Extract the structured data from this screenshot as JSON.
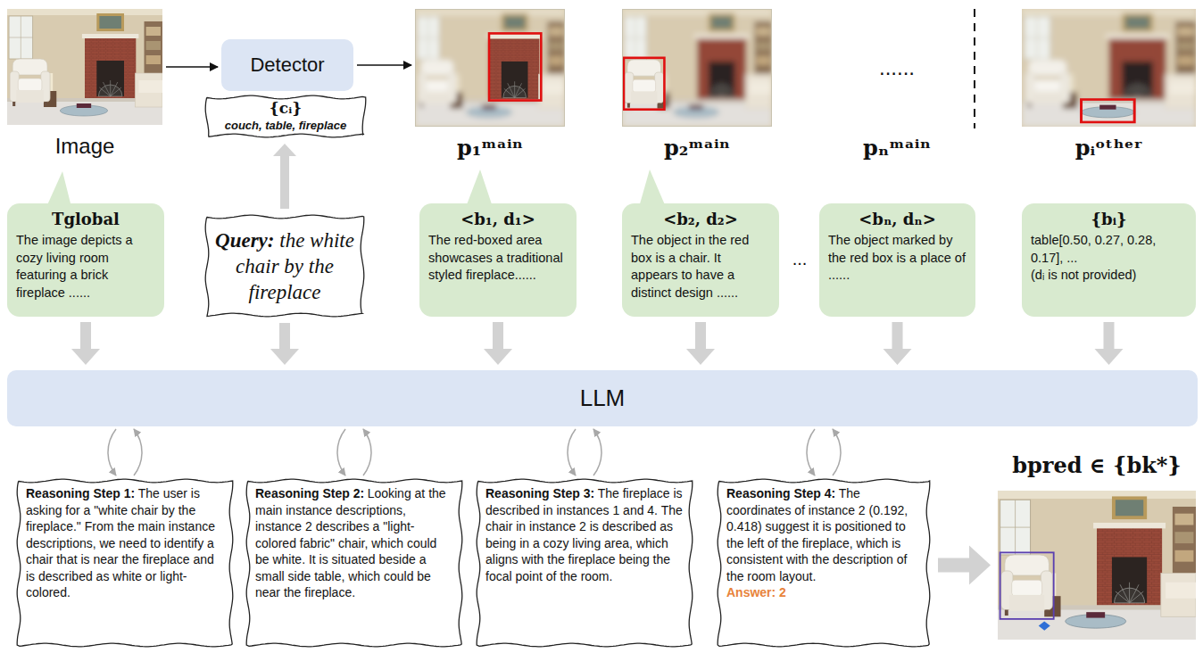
{
  "diagram": {
    "nodes": [
      {
        "text": [
          "Image"
        ]
      },
      {
        "text": [
          "Detector"
        ]
      },
      {
        "text": [
          "{cᵢ}",
          "couch, table, fireplace"
        ]
      },
      {
        "text": [
          "p₁ᵐᵃⁱⁿ"
        ]
      },
      {
        "text": [
          "p₂ᵐᵃⁱⁿ"
        ]
      },
      {
        "text": [
          "pᵢᵒᵗʰᵉʳ"
        ]
      },
      {
        "text": [
          "Tglobal",
          "The image depicts a cozy living room featuring a brick fireplace ......"
        ]
      },
      {
        "text": [
          "Query:",
          "the white chair by the fireplace"
        ]
      },
      {
        "text": [
          "<b₁, d₁>",
          "The red-boxed area showcases a traditional styled fireplace......"
        ]
      },
      {
        "text": [
          "<b₂, d₂>",
          "The object in the red box is a chair. It appears to have a distinct design ......"
        ]
      },
      {
        "text": [
          "<bₙ, dₙ>",
          "The object marked by the red box is a place of ......"
        ]
      },
      {
        "text": [
          "{bᵢ}",
          "table[0.50, 0.27, 0.28, 0.17], ...",
          "(dᵢ is not provided)"
        ]
      },
      {
        "text": [
          "LLM"
        ]
      },
      {
        "text": [
          "Reasoning Step 1:",
          "The user is asking for a \"white chair by the fireplace.\" From the main instance descriptions, we need to identify a chair that is near the fireplace and is described as white or light-colored."
        ]
      },
      {
        "text": [
          "Reasoning Step 2:",
          "Looking at the main instance descriptions, instance 2 describes a \"light-colored fabric\" chair, which could be white. It is situated beside a small side table, which could be near the fireplace."
        ]
      },
      {
        "text": [
          "Reasoning Step 3:",
          "The fireplace is described in instances 1 and 4. The chair in instance 2 is described as being in a cozy living area, which aligns with the fireplace being the focal point of the room."
        ]
      },
      {
        "text": [
          "Reasoning Step 4:",
          "The coordinates of instance 2 (0.192, 0.418) suggest it is positioned to the left of the fireplace, which is consistent with the description of the room layout.",
          "Answer: 2"
        ]
      },
      {
        "text": [
          "bpred ∈ {bk*}"
        ]
      }
    ],
    "edges": [
      {
        "from": 0,
        "to": 1,
        "arrow": "to"
      },
      {
        "from": 1,
        "to": 3,
        "arrow": "to"
      },
      {
        "from": 7,
        "to": 2,
        "arrow": "to"
      },
      {
        "from": 6,
        "to": 12,
        "arrow": "to"
      },
      {
        "from": 7,
        "to": 12,
        "arrow": "to"
      },
      {
        "from": 8,
        "to": 12,
        "arrow": "to"
      },
      {
        "from": 9,
        "to": 12,
        "arrow": "to"
      },
      {
        "from": 10,
        "to": 12,
        "arrow": "to"
      },
      {
        "from": 11,
        "to": 12,
        "arrow": "to"
      },
      {
        "from": 12,
        "to": 13,
        "arrow": "to"
      },
      {
        "from": 13,
        "to": 12,
        "arrow": "to"
      },
      {
        "from": 12,
        "to": 14,
        "arrow": "to"
      },
      {
        "from": 14,
        "to": 12,
        "arrow": "to"
      },
      {
        "from": 12,
        "to": 15,
        "arrow": "to"
      },
      {
        "from": 15,
        "to": 12,
        "arrow": "to"
      },
      {
        "from": 12,
        "to": 16,
        "arrow": "to"
      },
      {
        "from": 16,
        "to": 12,
        "arrow": "to"
      },
      {
        "from": 16,
        "to": 17,
        "arrow": "to"
      }
    ],
    "labels": [
      "......",
      "pₙᵐᵃⁱⁿ",
      "..."
    ]
  }
}
